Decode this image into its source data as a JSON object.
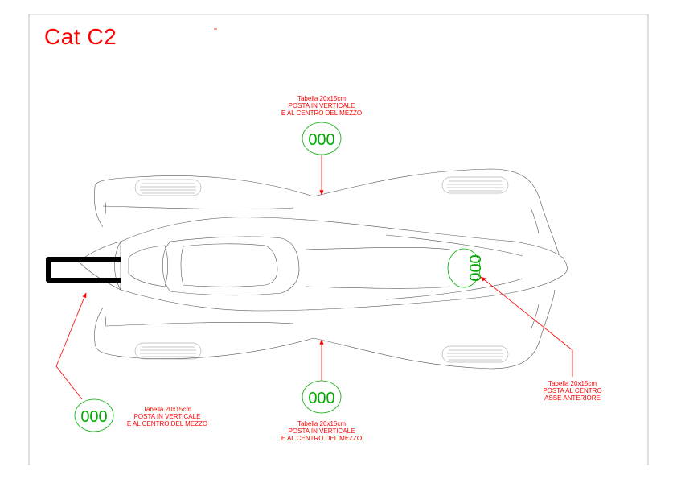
{
  "title": "Cat  C2",
  "colors": {
    "annotation": "#ff0000",
    "plate": "#00aa00",
    "outline": "#555555",
    "frame": "#888888"
  },
  "plates": {
    "top": "000",
    "side": "000",
    "bottom": "000",
    "left": "000"
  },
  "notes": {
    "top": {
      "line1": "Tabella 20x15cm",
      "line2": "POSTA IN VERTICALE",
      "line3": "E AL CENTRO DEL MEZZO"
    },
    "bottom": {
      "line1": "Tabella 20x15cm",
      "line2": "POSTA IN VERTICALE",
      "line3": "E AL CENTRO DEL MEZZO"
    },
    "left": {
      "line1": "Tabella 20x15cm",
      "line2": "POSTA IN VERTICALE",
      "line3": "E AL CENTRO DEL MEZZO"
    },
    "right": {
      "line1": "Tabella 20x15cm",
      "line2": "POSTA AL CENTRO",
      "line3": "ASSE ANTERIORE"
    }
  }
}
